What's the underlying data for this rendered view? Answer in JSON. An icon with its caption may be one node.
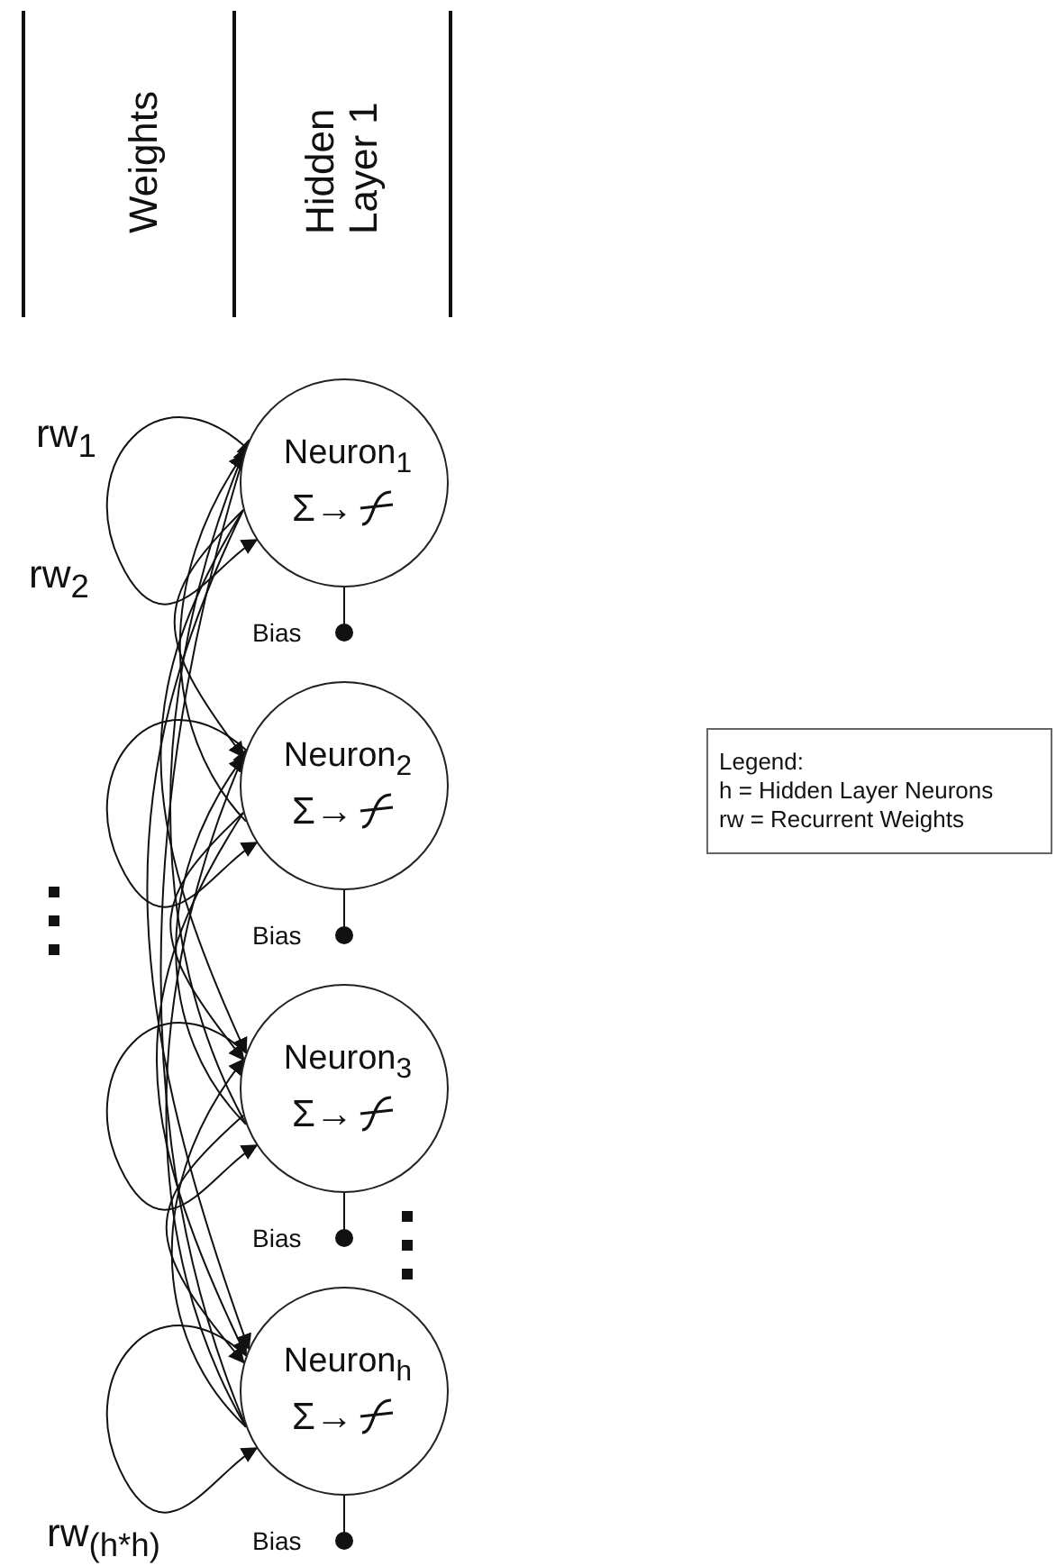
{
  "diagram": {
    "nodes": [
      {
        "text": [
          "Neuron$_{1}$",
          "Σ→"
        ]
      },
      {
        "text": [
          "Neuron$_{2}$",
          "Σ→"
        ]
      },
      {
        "text": [
          "Neuron$_{3}$",
          "Σ→"
        ]
      },
      {
        "text": [
          "Neuron$_{h}$",
          "Σ→"
        ]
      },
      {
        "text": [
          "Bias"
        ]
      },
      {
        "text": [
          "Bias"
        ]
      },
      {
        "text": [
          "Bias"
        ]
      },
      {
        "text": [
          "Bias"
        ]
      },
      {
        "text": [
          "Legend:",
          "h = Hidden Layer Neurons",
          "rw = Recurrent Weights"
        ]
      }
    ],
    "edges": [
      {
        "from": 0,
        "to": 0,
        "arrow": "to"
      },
      {
        "from": 0,
        "to": 1,
        "arrow": "to"
      },
      {
        "from": 0,
        "to": 2,
        "arrow": "to"
      },
      {
        "from": 0,
        "to": 3,
        "arrow": "to"
      },
      {
        "from": 1,
        "to": 0,
        "arrow": "to"
      },
      {
        "from": 1,
        "to": 1,
        "arrow": "to"
      },
      {
        "from": 1,
        "to": 2,
        "arrow": "to"
      },
      {
        "from": 1,
        "to": 3,
        "arrow": "to"
      },
      {
        "from": 2,
        "to": 0,
        "arrow": "to"
      },
      {
        "from": 2,
        "to": 1,
        "arrow": "to"
      },
      {
        "from": 2,
        "to": 2,
        "arrow": "to"
      },
      {
        "from": 2,
        "to": 3,
        "arrow": "to"
      },
      {
        "from": 3,
        "to": 0,
        "arrow": "to"
      },
      {
        "from": 3,
        "to": 1,
        "arrow": "to"
      },
      {
        "from": 3,
        "to": 2,
        "arrow": "to"
      },
      {
        "from": 3,
        "to": 3,
        "arrow": "to"
      },
      {
        "from": 4,
        "to": 0,
        "arrow": "other"
      },
      {
        "from": 5,
        "to": 1,
        "arrow": "other"
      },
      {
        "from": 6,
        "to": 2,
        "arrow": "other"
      },
      {
        "from": 7,
        "to": 3,
        "arrow": "other"
      }
    ],
    "labels": [
      "Weights",
      "Hidden Layer 1",
      "rw$_{1}$",
      "rw$_{2}$",
      "rw$_{(h*h)}$"
    ]
  }
}
